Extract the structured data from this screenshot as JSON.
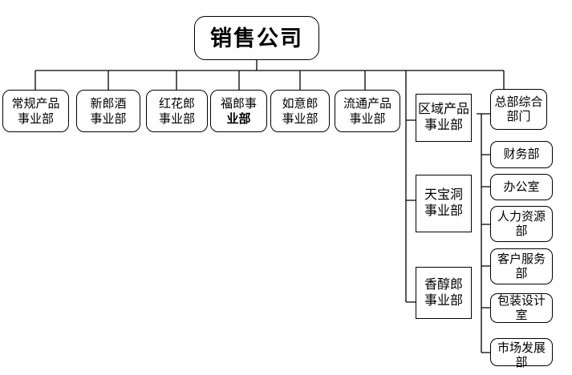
{
  "org_chart": {
    "root": {
      "label": "销售公司"
    },
    "divisions_row": [
      {
        "label": "常规产品事业部",
        "lines": [
          "常规产品",
          "事业部"
        ]
      },
      {
        "label": "新郎酒事业部",
        "lines": [
          "新郎酒",
          "事业部"
        ]
      },
      {
        "label": "红花郎事业部",
        "lines": [
          "红花郎",
          "事业部"
        ]
      },
      {
        "label": "福郎事业部",
        "lines": [
          "福郎事",
          "业部"
        ]
      },
      {
        "label": "如意郎事业部",
        "lines": [
          "如意郎",
          "事业部"
        ]
      },
      {
        "label": "流通产品事业部",
        "lines": [
          "流通产品",
          "事业部"
        ]
      }
    ],
    "divisions_middle": [
      {
        "label": "区域产品事业部",
        "lines": [
          "区域产品",
          "事业部"
        ]
      },
      {
        "label": "天宝洞事业部",
        "lines": [
          "天宝洞",
          "事业部"
        ]
      },
      {
        "label": "香醇郎事业部",
        "lines": [
          "香醇郎",
          "事业部"
        ]
      }
    ],
    "hq_column": [
      {
        "label": "总部综合部门",
        "lines": [
          "总部综合",
          "部门"
        ]
      },
      {
        "label": "财务部",
        "lines": [
          "财务部"
        ]
      },
      {
        "label": "办公室",
        "lines": [
          "办公室"
        ]
      },
      {
        "label": "人力资源部",
        "lines": [
          "人力资源",
          "部"
        ]
      },
      {
        "label": "客户服务部",
        "lines": [
          "客户服务",
          "部"
        ]
      },
      {
        "label": "包装设计室",
        "lines": [
          "包装设计",
          "室"
        ]
      },
      {
        "label": "市场发展部",
        "lines": [
          "市场发展",
          "部"
        ]
      }
    ],
    "colors": {
      "line": "#000000",
      "text": "#000000",
      "background": "#ffffff"
    }
  }
}
